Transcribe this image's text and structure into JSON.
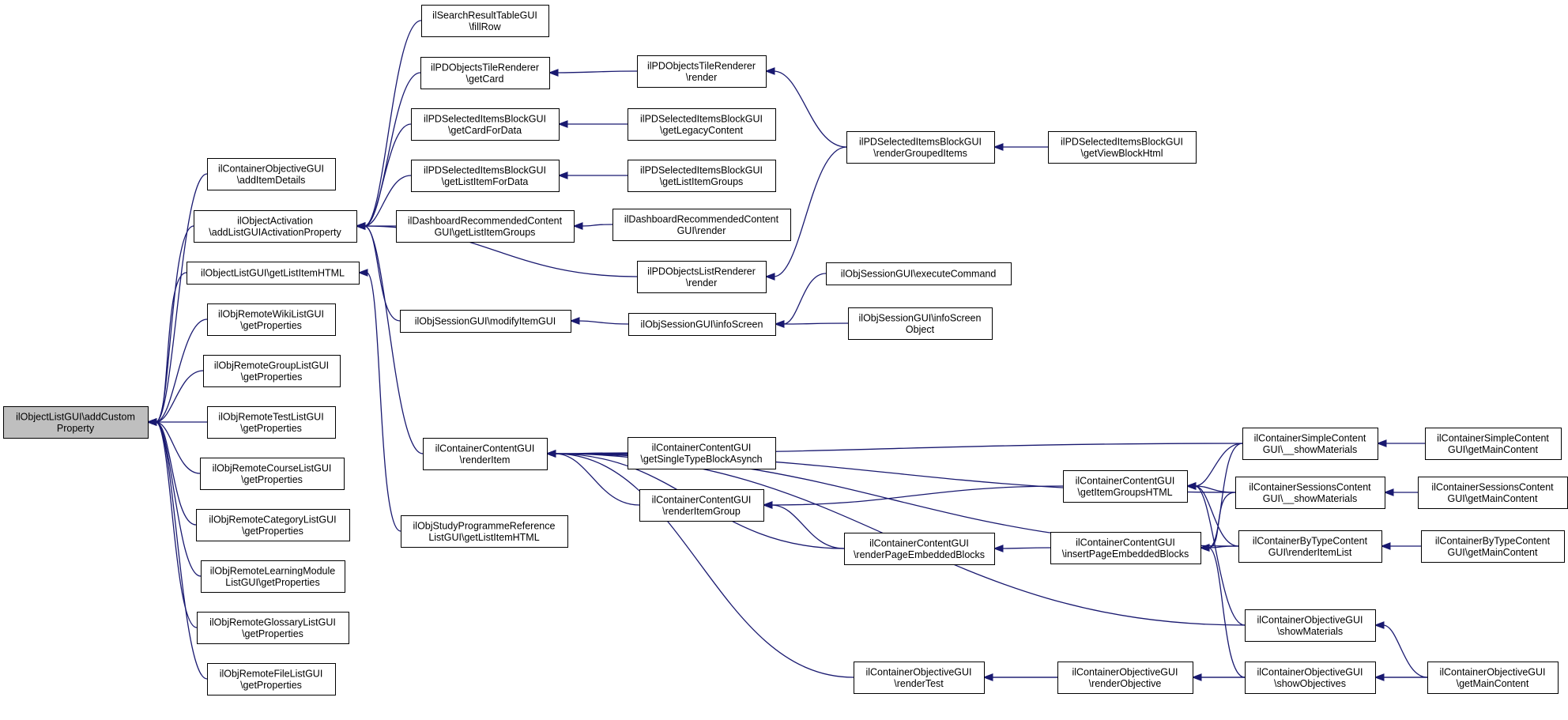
{
  "nodes": [
    {
      "id": "root",
      "lines": [
        "ilObjectListGUI\\addCustom",
        "Property"
      ]
    },
    {
      "id": "containerObjAddItem",
      "lines": [
        "ilContainerObjectiveGUI",
        "\\addItemDetails"
      ]
    },
    {
      "id": "objActivation",
      "lines": [
        "ilObjectActivation",
        "\\addListGUIActivationProperty"
      ]
    },
    {
      "id": "objListGetListItemHTML",
      "lines": [
        "ilObjectListGUI\\getListItemHTML"
      ]
    },
    {
      "id": "remoteWiki",
      "lines": [
        "ilObjRemoteWikiListGUI",
        "\\getProperties"
      ]
    },
    {
      "id": "remoteGroup",
      "lines": [
        "ilObjRemoteGroupListGUI",
        "\\getProperties"
      ]
    },
    {
      "id": "remoteTest",
      "lines": [
        "ilObjRemoteTestListGUI",
        "\\getProperties"
      ]
    },
    {
      "id": "remoteCourse",
      "lines": [
        "ilObjRemoteCourseListGUI",
        "\\getProperties"
      ]
    },
    {
      "id": "remoteCategory",
      "lines": [
        "ilObjRemoteCategoryListGUI",
        "\\getProperties"
      ]
    },
    {
      "id": "remoteLM",
      "lines": [
        "ilObjRemoteLearningModule",
        "ListGUI\\getProperties"
      ]
    },
    {
      "id": "remoteGlossary",
      "lines": [
        "ilObjRemoteGlossaryListGUI",
        "\\getProperties"
      ]
    },
    {
      "id": "remoteFile",
      "lines": [
        "ilObjRemoteFileListGUI",
        "\\getProperties"
      ]
    },
    {
      "id": "searchResultFillRow",
      "lines": [
        "ilSearchResultTableGUI",
        "\\fillRow"
      ]
    },
    {
      "id": "tileGetCard",
      "lines": [
        "ilPDObjectsTileRenderer",
        "\\getCard"
      ]
    },
    {
      "id": "selGetCardForData",
      "lines": [
        "ilPDSelectedItemsBlockGUI",
        "\\getCardForData"
      ]
    },
    {
      "id": "selGetListItemForData",
      "lines": [
        "ilPDSelectedItemsBlockGUI",
        "\\getListItemForData"
      ]
    },
    {
      "id": "dashGetListItemGroups",
      "lines": [
        "ilDashboardRecommendedContent",
        "GUI\\getListItemGroups"
      ]
    },
    {
      "id": "sessModifyItem",
      "lines": [
        "ilObjSessionGUI\\modifyItemGUI"
      ]
    },
    {
      "id": "contRenderItem",
      "lines": [
        "ilContainerContentGUI",
        "\\renderItem"
      ]
    },
    {
      "id": "studyProgGetListItemHTML",
      "lines": [
        "ilObjStudyProgrammeReference",
        "ListGUI\\getListItemHTML"
      ]
    },
    {
      "id": "tileRender",
      "lines": [
        "ilPDObjectsTileRenderer",
        "\\render"
      ]
    },
    {
      "id": "selGetLegacy",
      "lines": [
        "ilPDSelectedItemsBlockGUI",
        "\\getLegacyContent"
      ]
    },
    {
      "id": "selGetListItemGroups",
      "lines": [
        "ilPDSelectedItemsBlockGUI",
        "\\getListItemGroups"
      ]
    },
    {
      "id": "dashRender",
      "lines": [
        "ilDashboardRecommendedContent",
        "GUI\\render"
      ]
    },
    {
      "id": "listRendererRender",
      "lines": [
        "ilPDObjectsListRenderer",
        "\\render"
      ]
    },
    {
      "id": "sessInfoScreen",
      "lines": [
        "ilObjSessionGUI\\infoScreen"
      ]
    },
    {
      "id": "contGetSingleType",
      "lines": [
        "ilContainerContentGUI",
        "\\getSingleTypeBlockAsynch"
      ]
    },
    {
      "id": "contRenderItemGroup",
      "lines": [
        "ilContainerContentGUI",
        "\\renderItemGroup"
      ]
    },
    {
      "id": "contRenderPageEmb",
      "lines": [
        "ilContainerContentGUI",
        "\\renderPageEmbeddedBlocks"
      ]
    },
    {
      "id": "objRenderTest",
      "lines": [
        "ilContainerObjectiveGUI",
        "\\renderTest"
      ]
    },
    {
      "id": "selRenderGrouped",
      "lines": [
        "ilPDSelectedItemsBlockGUI",
        "\\renderGroupedItems"
      ]
    },
    {
      "id": "sessExecuteCommand",
      "lines": [
        "ilObjSessionGUI\\executeCommand"
      ]
    },
    {
      "id": "sessInfoScreenObject",
      "lines": [
        "ilObjSessionGUI\\infoScreen",
        "Object"
      ]
    },
    {
      "id": "contGetItemGroupsHTML",
      "lines": [
        "ilContainerContentGUI",
        "\\getItemGroupsHTML"
      ]
    },
    {
      "id": "contInsertPageEmb",
      "lines": [
        "ilContainerContentGUI",
        "\\insertPageEmbeddedBlocks"
      ]
    },
    {
      "id": "objRenderObjective",
      "lines": [
        "ilContainerObjectiveGUI",
        "\\renderObjective"
      ]
    },
    {
      "id": "selGetViewBlock",
      "lines": [
        "ilPDSelectedItemsBlockGUI",
        "\\getViewBlockHtml"
      ]
    },
    {
      "id": "simpleShowMaterials",
      "lines": [
        "ilContainerSimpleContent",
        "GUI\\__showMaterials"
      ]
    },
    {
      "id": "sessionsShowMaterials",
      "lines": [
        "ilContainerSessionsContent",
        "GUI\\__showMaterials"
      ]
    },
    {
      "id": "byTypeRenderItemList",
      "lines": [
        "ilContainerByTypeContent",
        "GUI\\renderItemList"
      ]
    },
    {
      "id": "objShowMaterials",
      "lines": [
        "ilContainerObjectiveGUI",
        "\\showMaterials"
      ]
    },
    {
      "id": "objShowObjectives",
      "lines": [
        "ilContainerObjectiveGUI",
        "\\showObjectives"
      ]
    },
    {
      "id": "simpleGetMain",
      "lines": [
        "ilContainerSimpleContent",
        "GUI\\getMainContent"
      ]
    },
    {
      "id": "sessionsGetMain",
      "lines": [
        "ilContainerSessionsContent",
        "GUI\\getMainContent"
      ]
    },
    {
      "id": "byTypeGetMain",
      "lines": [
        "ilContainerByTypeContent",
        "GUI\\getMainContent"
      ]
    },
    {
      "id": "objGetMain",
      "lines": [
        "ilContainerObjectiveGUI",
        "\\getMainContent"
      ]
    }
  ],
  "edges": [
    {
      "from": "containerObjAddItem",
      "to": "root"
    },
    {
      "from": "objActivation",
      "to": "root"
    },
    {
      "from": "objListGetListItemHTML",
      "to": "root"
    },
    {
      "from": "remoteWiki",
      "to": "root"
    },
    {
      "from": "remoteGroup",
      "to": "root"
    },
    {
      "from": "remoteTest",
      "to": "root"
    },
    {
      "from": "remoteCourse",
      "to": "root"
    },
    {
      "from": "remoteCategory",
      "to": "root"
    },
    {
      "from": "remoteLM",
      "to": "root"
    },
    {
      "from": "remoteGlossary",
      "to": "root"
    },
    {
      "from": "remoteFile",
      "to": "root"
    },
    {
      "from": "searchResultFillRow",
      "to": "objActivation"
    },
    {
      "from": "tileGetCard",
      "to": "objActivation"
    },
    {
      "from": "selGetCardForData",
      "to": "objActivation"
    },
    {
      "from": "selGetListItemForData",
      "to": "objActivation"
    },
    {
      "from": "dashGetListItemGroups",
      "to": "objActivation"
    },
    {
      "from": "listRendererRender",
      "to": "objActivation"
    },
    {
      "from": "sessModifyItem",
      "to": "objActivation"
    },
    {
      "from": "contRenderItem",
      "to": "objActivation"
    },
    {
      "from": "studyProgGetListItemHTML",
      "to": "objListGetListItemHTML"
    },
    {
      "from": "tileRender",
      "to": "tileGetCard"
    },
    {
      "from": "selGetLegacy",
      "to": "selGetCardForData"
    },
    {
      "from": "selGetListItemGroups",
      "to": "selGetListItemForData"
    },
    {
      "from": "dashRender",
      "to": "dashGetListItemGroups"
    },
    {
      "from": "sessInfoScreen",
      "to": "sessModifyItem"
    },
    {
      "from": "selRenderGrouped",
      "to": "tileRender"
    },
    {
      "from": "selRenderGrouped",
      "to": "listRendererRender"
    },
    {
      "from": "selGetViewBlock",
      "to": "selRenderGrouped"
    },
    {
      "from": "sessExecuteCommand",
      "to": "sessInfoScreen"
    },
    {
      "from": "sessInfoScreenObject",
      "to": "sessInfoScreen"
    },
    {
      "from": "contGetSingleType",
      "to": "contRenderItem"
    },
    {
      "from": "contRenderItemGroup",
      "to": "contRenderItem"
    },
    {
      "from": "contRenderPageEmb",
      "to": "contRenderItem"
    },
    {
      "from": "objRenderTest",
      "to": "contRenderItem"
    },
    {
      "from": "simpleShowMaterials",
      "to": "contRenderItem"
    },
    {
      "from": "sessionsShowMaterials",
      "to": "contRenderItem"
    },
    {
      "from": "byTypeRenderItemList",
      "to": "contRenderItem"
    },
    {
      "from": "objShowMaterials",
      "to": "contRenderItem"
    },
    {
      "from": "contGetItemGroupsHTML",
      "to": "contRenderItemGroup"
    },
    {
      "from": "contRenderPageEmb",
      "to": "contRenderItemGroup"
    },
    {
      "from": "contInsertPageEmb",
      "to": "contRenderPageEmb"
    },
    {
      "from": "simpleShowMaterials",
      "to": "contGetItemGroupsHTML"
    },
    {
      "from": "sessionsShowMaterials",
      "to": "contGetItemGroupsHTML"
    },
    {
      "from": "byTypeRenderItemList",
      "to": "contGetItemGroupsHTML"
    },
    {
      "from": "objShowMaterials",
      "to": "contGetItemGroupsHTML"
    },
    {
      "from": "simpleShowMaterials",
      "to": "contInsertPageEmb"
    },
    {
      "from": "sessionsShowMaterials",
      "to": "contInsertPageEmb"
    },
    {
      "from": "byTypeRenderItemList",
      "to": "contInsertPageEmb"
    },
    {
      "from": "objShowObjectives",
      "to": "contInsertPageEmb"
    },
    {
      "from": "objRenderObjective",
      "to": "objRenderTest"
    },
    {
      "from": "objGetMain",
      "to": "objRenderTest"
    },
    {
      "from": "objShowObjectives",
      "to": "objRenderObjective"
    },
    {
      "from": "simpleGetMain",
      "to": "simpleShowMaterials"
    },
    {
      "from": "sessionsGetMain",
      "to": "sessionsShowMaterials"
    },
    {
      "from": "byTypeGetMain",
      "to": "byTypeRenderItemList"
    },
    {
      "from": "objGetMain",
      "to": "objShowMaterials"
    },
    {
      "from": "objGetMain",
      "to": "objShowObjectives"
    }
  ]
}
